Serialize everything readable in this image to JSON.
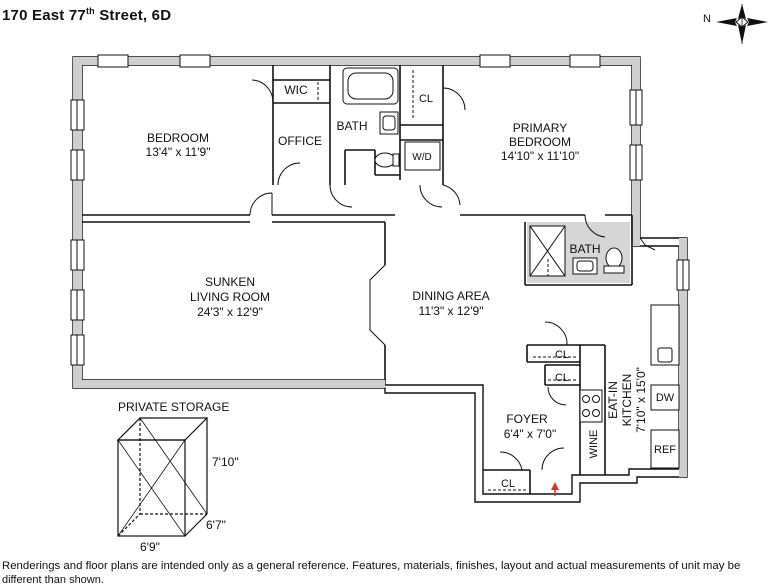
{
  "title": {
    "address": "170 East 77",
    "ordinal": "th",
    "unit": "Street, 6D"
  },
  "compass": {
    "north_label": "N"
  },
  "rooms": {
    "bedroom": {
      "name": "BEDROOM",
      "dims": "13'4\" x 11'9\""
    },
    "wic": {
      "name": "WIC"
    },
    "office": {
      "name": "OFFICE"
    },
    "bath1": {
      "name": "BATH"
    },
    "cl_top": {
      "name": "CL"
    },
    "wd": {
      "name": "W/D"
    },
    "primary": {
      "name1": "PRIMARY",
      "name2": "BEDROOM",
      "dims": "14'10\" x 11'10\""
    },
    "bath2": {
      "name": "BATH"
    },
    "living": {
      "name1": "SUNKEN",
      "name2": "LIVING ROOM",
      "dims": "24'3\" x 12'9\""
    },
    "dining": {
      "name": "DINING AREA",
      "dims": "11'3\" x 12'9\""
    },
    "cl_a": {
      "name": "CL"
    },
    "cl_b": {
      "name": "CL"
    },
    "kitchen": {
      "name1": "EAT-IN",
      "name2": "KITCHEN",
      "dims": "7'10\" x 15'0\""
    },
    "dw": {
      "name": "DW"
    },
    "ref": {
      "name": "REF"
    },
    "wine": {
      "name": "WINE"
    },
    "foyer": {
      "name": "FOYER",
      "dims": "6'4\" x 7'0\""
    },
    "cl_foyer": {
      "name": "CL"
    }
  },
  "storage": {
    "label": "PRIVATE STORAGE",
    "height": "7'10\"",
    "depth": "6'7\"",
    "width": "6'9\""
  },
  "disclaimer": "Renderings and floor plans are intended only as a general reference. Features, materials, finishes, layout and actual measurements of unit may be",
  "disclaimer_cont": "different than shown."
}
